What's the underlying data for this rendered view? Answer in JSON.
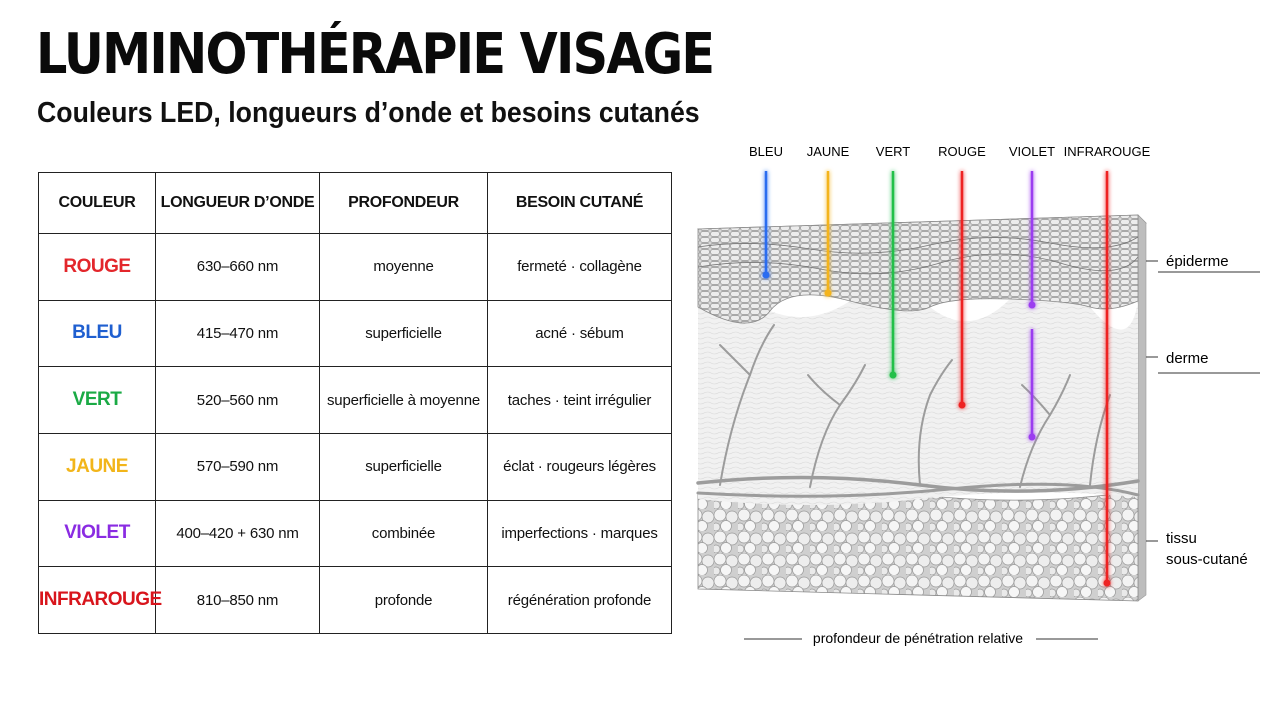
{
  "header": {
    "title": "LUMINOTHÉRAPIE VISAGE",
    "subtitle": "Couleurs LED, longueurs d’onde et besoins cutanés"
  },
  "table": {
    "columns": [
      "COULEUR",
      "LONGUEUR D’ONDE",
      "PROFONDEUR",
      "BESOIN CUTANÉ"
    ],
    "rows": [
      {
        "color": "ROUGE",
        "color_hex": "#e3262b",
        "wavelength": "630–660 nm",
        "depth": "moyenne",
        "need": "fermeté · collagène"
      },
      {
        "color": "BLEU",
        "color_hex": "#1f5fd0",
        "wavelength": "415–470 nm",
        "depth": "superficielle",
        "need": "acné · sébum"
      },
      {
        "color": "VERT",
        "color_hex": "#1aaa45",
        "wavelength": "520–560 nm",
        "depth": "superficielle à moyenne",
        "need": "taches · teint irrégulier"
      },
      {
        "color": "JAUNE",
        "color_hex": "#f2b51a",
        "wavelength": "570–590 nm",
        "depth": "superficielle",
        "need": "éclat · rougeurs légères"
      },
      {
        "color": "VIOLET",
        "color_hex": "#8a2be2",
        "wavelength": "400–420 + 630 nm",
        "depth": "combinée",
        "need": "imperfections · marques"
      },
      {
        "color": "INFRAROUGE",
        "color_hex": "#d8151c",
        "wavelength": "810–850 nm",
        "depth": "profonde",
        "need": "régénération profonde"
      }
    ]
  },
  "diagram": {
    "beams": [
      {
        "label": "BLEU",
        "color": "#2b6cf0",
        "penetration": "épiderme"
      },
      {
        "label": "JAUNE",
        "color": "#f4b41a",
        "penetration": "épiderme"
      },
      {
        "label": "VERT",
        "color": "#22c04a",
        "penetration": "derme"
      },
      {
        "label": "ROUGE",
        "color": "#ee2222",
        "penetration": "derme"
      },
      {
        "label": "VIOLET",
        "color": "#9b3df0",
        "penetration": "épiderme + derme"
      },
      {
        "label": "INFRAROUGE",
        "color": "#ee2222",
        "penetration": "tissu sous-cutané"
      }
    ],
    "layers": {
      "epidermis": "épiderme",
      "dermis": "derme",
      "hypodermis_line1": "tissu",
      "hypodermis_line2": "sous-cutané"
    },
    "caption": "profondeur de pénétration relative"
  }
}
